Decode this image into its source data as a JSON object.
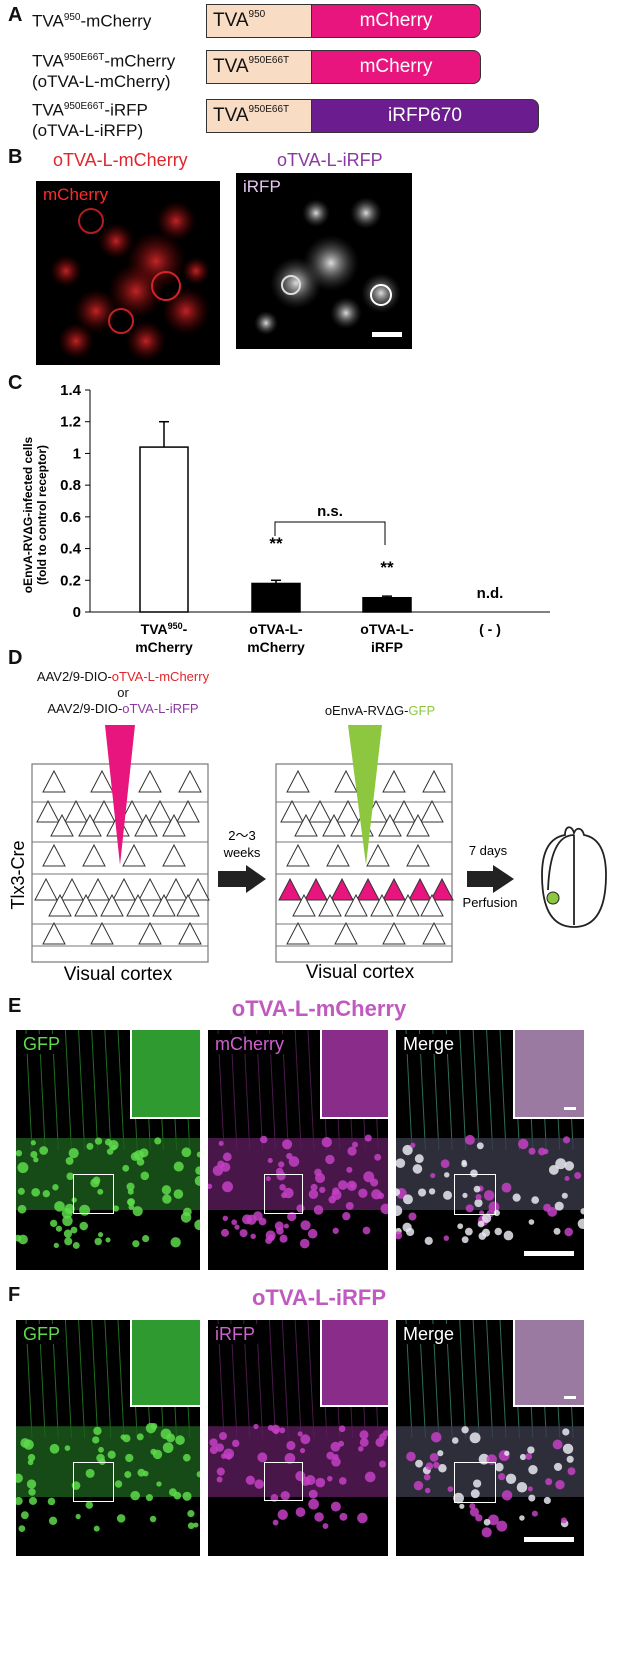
{
  "colors": {
    "peach": "#f9dcc4",
    "pink": "#e8157f",
    "purple": "#6b1d8f",
    "red": "#e0252b",
    "violet": "#8a3a9f",
    "green": "#8dc63f",
    "gfp": "#5ddb4a",
    "magenta": "#c43fc4",
    "title": "#c05ac0"
  },
  "panelA": {
    "label": "A",
    "rows": [
      {
        "name_main": "TVA",
        "name_sup": "950",
        "name_rest": "-mCherry",
        "name_line2": "",
        "tva_main": "TVA",
        "tva_sup": "950",
        "fp": "mCherry",
        "fp_color": "#e8157f"
      },
      {
        "name_main": "TVA",
        "name_sup": "950E66T",
        "name_rest": "-mCherry",
        "name_line2": "(oTVA-L-mCherry)",
        "tva_main": "TVA",
        "tva_sup": "950E66T",
        "fp": "mCherry",
        "fp_color": "#e8157f"
      },
      {
        "name_main": "TVA",
        "name_sup": "950E66T",
        "name_rest": "-iRFP",
        "name_line2": "(oTVA-L-iRFP)",
        "tva_main": "TVA",
        "tva_sup": "950E66T",
        "fp": "iRFP670",
        "fp_color": "#6b1d8f"
      }
    ]
  },
  "panelB": {
    "label": "B",
    "left_title": "oTVA-L-mCherry",
    "right_title": "oTVA-L-iRFP",
    "left_channel": "mCherry",
    "right_channel": "iRFP"
  },
  "panelC": {
    "label": "C",
    "significance": "n.s.",
    "star1": "**",
    "star2": "**",
    "nd": "n.d."
  },
  "chart_data": {
    "type": "bar",
    "categories": [
      [
        "TVA950-",
        "mCherry"
      ],
      [
        "oTVA-L-",
        "mCherry"
      ],
      [
        "oTVA-L-",
        "iRFP"
      ],
      [
        "( - )",
        ""
      ]
    ],
    "category_display": [
      {
        "main": "TVA",
        "sup": "950",
        "rest": "-",
        "line2": "mCherry"
      },
      {
        "main": "oTVA-L-",
        "sup": "",
        "rest": "",
        "line2": "mCherry"
      },
      {
        "main": "oTVA-L-",
        "sup": "",
        "rest": "",
        "line2": "iRFP"
      },
      {
        "main": "( - )",
        "sup": "",
        "rest": "",
        "line2": ""
      }
    ],
    "values": [
      1.04,
      0.18,
      0.09,
      0
    ],
    "errors": [
      0.16,
      0.02,
      0.01,
      0
    ],
    "fills": [
      "#ffffff",
      "#000000",
      "#000000",
      "#000000"
    ],
    "ylabel": "oEnvA-RVΔG-infected cells (fold to control receptor)",
    "ylabel_lines": [
      "oEnvA-RVΔG-infected cells",
      "(fold to control receptor)"
    ],
    "ylim": [
      0,
      1.4
    ],
    "yticks": [
      "0",
      "0.2",
      "0.4",
      "0.6",
      "0.8",
      "1",
      "1.2",
      "1.4"
    ],
    "grid": false
  },
  "panelD": {
    "label": "D",
    "aav_line1_a": "AAV2/9-DIO-",
    "aav_line1_b": "oTVA-L-mCherry",
    "aav_or": "or",
    "aav_line3_a": "AAV2/9-DIO-",
    "aav_line3_b": "oTVA-L-iRFP",
    "rv_a": "oEnvA-RVΔG-",
    "rv_b": "GFP",
    "mouse_line": "Tlx3-Cre",
    "wait_1": "2～3",
    "wait_2": "weeks",
    "days": "7 days",
    "perfusion": "Perfusion",
    "cortex_left": "Visual cortex",
    "cortex_right": "Visual cortex"
  },
  "panelE": {
    "label": "E",
    "title": "oTVA-L-mCherry",
    "c1": "GFP",
    "c2": "mCherry",
    "c3": "Merge"
  },
  "panelF": {
    "label": "F",
    "title": "oTVA-L-iRFP",
    "c1": "GFP",
    "c2": "iRFP",
    "c3": "Merge"
  }
}
